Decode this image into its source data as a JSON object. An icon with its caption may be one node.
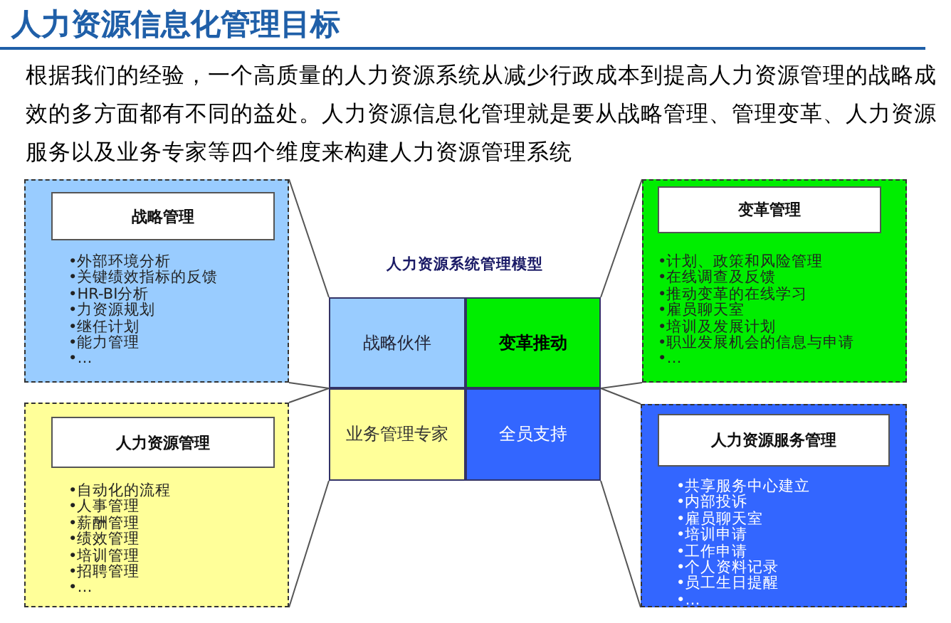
{
  "diagram": {
    "title": "人力资源信息化管理目标",
    "nodes": [
      {
        "text": [
          "•外部环境分析",
          "•关键绩效指标的反馈",
          "•HR-BI分析",
          "•力资源规划",
          "•继任计划",
          "•能力管理",
          "•…"
        ]
      },
      {
        "text": [
          "战略管理"
        ],
        "in": 0
      },
      {
        "text": [
          "•计划、政策和风险管理",
          "•在线调查及反馈",
          "•推动变革的在线学习",
          "•雇员聊天室",
          "•培训及发展计划",
          "•职业发展机会的信息与申请",
          "•…"
        ]
      },
      {
        "text": [
          "变革管理"
        ],
        "in": 2
      },
      {
        "text": [
          "战略伙伴"
        ]
      },
      {
        "text": [
          "变革推动"
        ]
      },
      {
        "text": [
          "业务管理专家"
        ]
      },
      {
        "text": [
          "全员支持"
        ]
      },
      {
        "text": [
          "•自动化的流程",
          "•人事管理",
          "•薪酬管理",
          "•绩效管理",
          "•培训管理",
          "•招聘管理",
          "•…"
        ]
      },
      {
        "text": [
          "人力资源管理"
        ],
        "in": 8
      },
      {
        "text": [
          "•共享服务中心建立",
          "•内部投诉",
          "•雇员聊天室",
          "•培训申请",
          "•工作申请",
          "•个人资料记录",
          "•员工生日提醒",
          "•…"
        ]
      },
      {
        "text": [
          "人力资源服务管理"
        ],
        "in": 10
      }
    ],
    "edges": [
      {
        "from": 0,
        "to": 4,
        "arrow": "none"
      },
      {
        "from": 0,
        "to": 4,
        "arrow": "none"
      },
      {
        "from": 2,
        "to": 5,
        "arrow": "none"
      },
      {
        "from": 2,
        "to": 5,
        "arrow": "none"
      },
      {
        "from": 8,
        "to": 6,
        "arrow": "none"
      },
      {
        "from": 8,
        "to": 6,
        "arrow": "none"
      },
      {
        "from": 10,
        "to": 7,
        "arrow": "none"
      },
      {
        "from": 10,
        "to": 7,
        "arrow": "none"
      }
    ],
    "labels": [
      "根据我们的经验，一个高质量的人力资源系统从减少行政成本到提高人力资源管理的战略成效的多方面都有不同的益处。人力资源信息化管理就是要从战略管理、管理变革、人力资源服务以及业务专家等四个维度来构建人力资源管理系统",
      "人力资源系统管理模型"
    ]
  }
}
